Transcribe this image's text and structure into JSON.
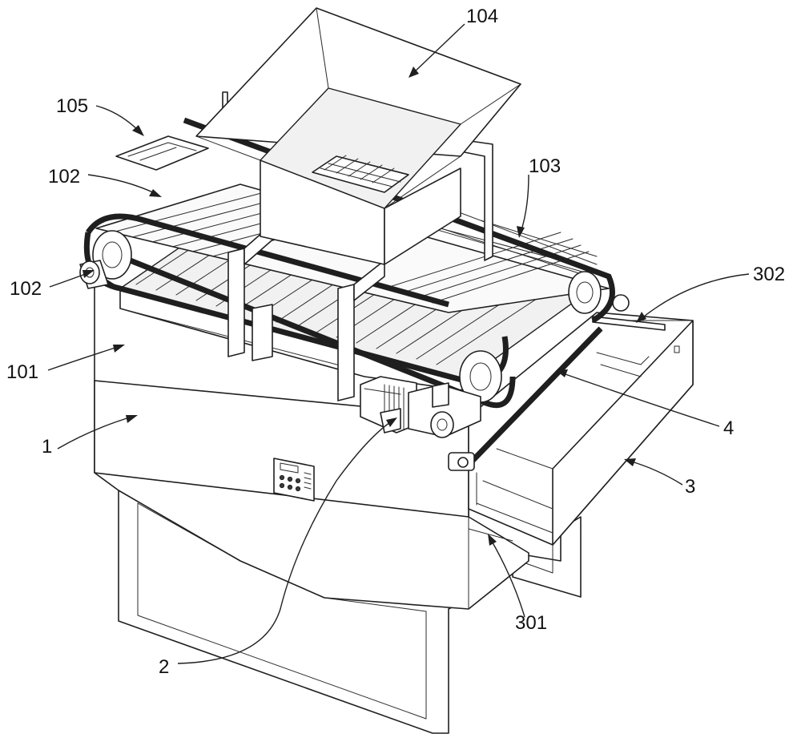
{
  "labels": {
    "l104": "104",
    "l105": "105",
    "l102a": "102",
    "l103": "103",
    "l302": "302",
    "l102b": "102",
    "l101": "101",
    "l4": "4",
    "l1": "1",
    "l3": "3",
    "l301": "301",
    "l2": "2"
  },
  "colors": {
    "line": "#1f1f1f",
    "background": "#ffffff"
  }
}
